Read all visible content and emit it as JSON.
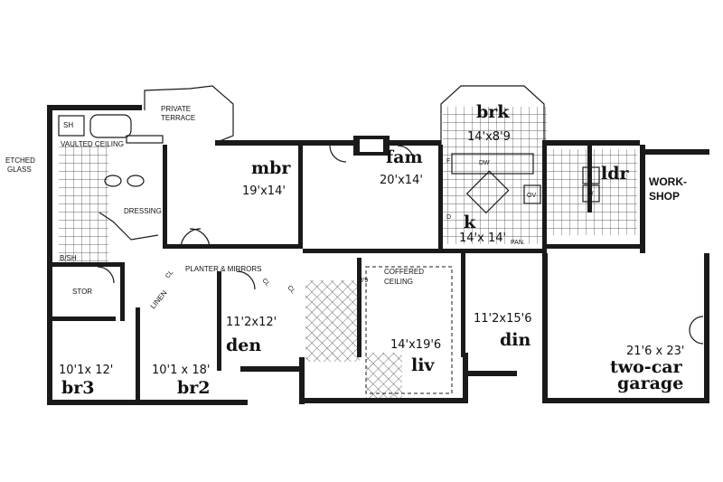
{
  "rooms": {
    "mbr": {
      "name": "mbr",
      "dims": "19'x14'"
    },
    "fam": {
      "name": "fam",
      "dims": "20'x14'"
    },
    "brk": {
      "name": "brk",
      "dims": "14'x8'9"
    },
    "k": {
      "name": "k",
      "dims": "14'x 14'"
    },
    "ldr": {
      "name": "ldr"
    },
    "workshop": {
      "line1": "WORK-",
      "line2": "SHOP"
    },
    "den": {
      "name": "den",
      "dims": "11'2x12'"
    },
    "liv": {
      "name": "liv",
      "dims": "14'x19'6"
    },
    "din": {
      "name": "din",
      "dims": "11'2x15'6"
    },
    "garage": {
      "line1": "two-car",
      "line2": "garage",
      "dims": "21'6 x 23'"
    },
    "br3": {
      "name": "br3",
      "dims": "10'1x 12'"
    },
    "br2": {
      "name": "br2",
      "dims": "10'1 x 18'"
    }
  },
  "labels": {
    "private_terrace_1": "PRIVATE",
    "private_terrace_2": "TERRACE",
    "sh": "SH",
    "vaulted_ceiling": "VAULTED CEILING",
    "etched_glass_1": "ETCHED",
    "etched_glass_2": "GLASS",
    "dressing": "DRESSING",
    "bsh": "B/SH",
    "stor": "STOR",
    "linen": "LINEN",
    "planter_mirrors": "PLANTER & MIRRORS",
    "coffered_1": "COFFERED",
    "coffered_2": "CEILING",
    "pan": "PAN.",
    "dw": "DW",
    "ov": "OV",
    "f": "F",
    "d": "D",
    "d2": "D",
    "w": "W",
    "t": "T",
    "cl1": "CL",
    "cl2": "CL",
    "cl3": "CL",
    "elev": "8'9"
  }
}
